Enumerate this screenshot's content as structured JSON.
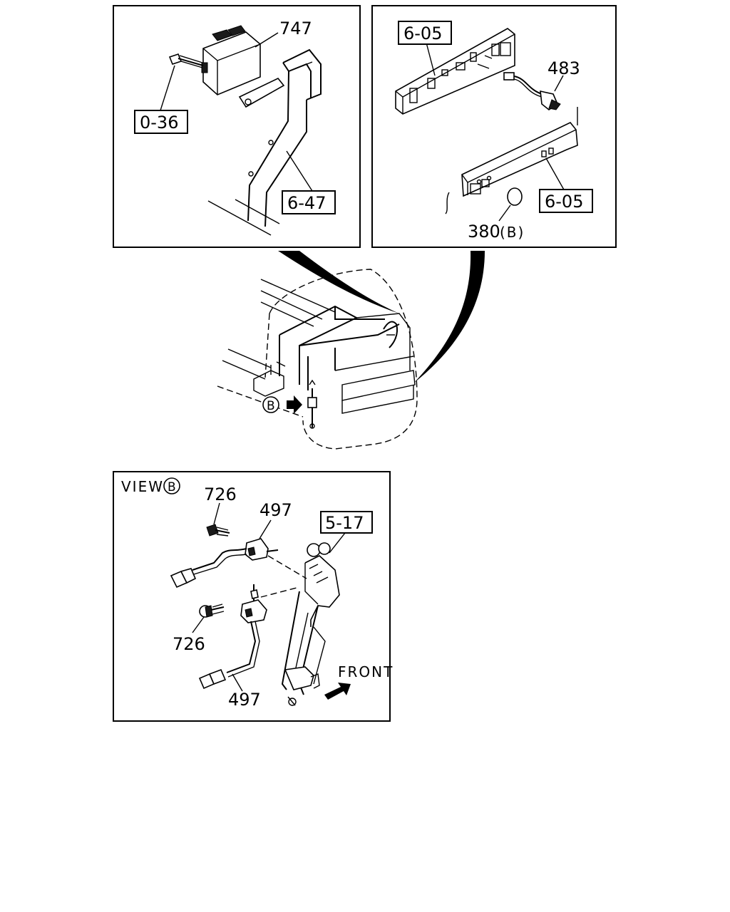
{
  "panels": {
    "top_left": {
      "ref_box_1": "0-36",
      "ref_box_2": "6-47",
      "part_label": "747"
    },
    "top_right": {
      "ref_box_1": "6-05",
      "ref_box_2": "6-05",
      "part_label_1": "483",
      "part_label_2": "380",
      "part_label_2_suffix": "(B)"
    },
    "main": {
      "view_marker": "B"
    },
    "view_b": {
      "title": "VIEW",
      "title_marker": "B",
      "ref_box": "5-17",
      "label_726_a": "726",
      "label_726_b": "726",
      "label_497_a": "497",
      "label_497_b": "497",
      "front_label": "FRONT"
    }
  },
  "colors": {
    "line": "#000000",
    "background": "#ffffff"
  }
}
